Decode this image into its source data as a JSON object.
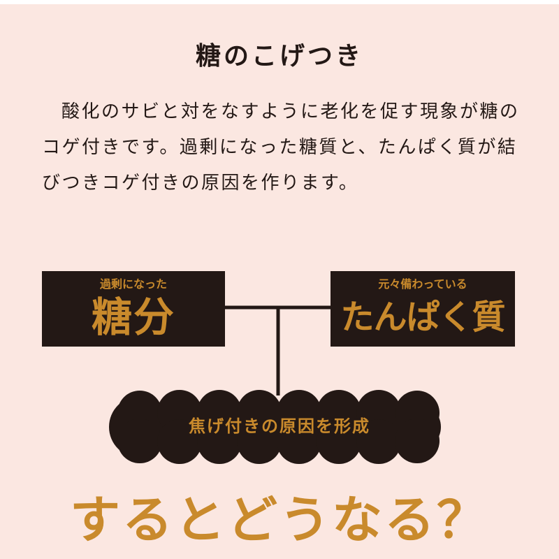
{
  "title": "糖のこげつき",
  "intro": {
    "lines": [
      "酸化のサビと対をなすように老化を促す現象が糖の",
      "コゲ付きです。過剰になった糖質と、たんぱく質が結",
      "びつきコゲ付きの原因を作ります。"
    ]
  },
  "diagram": {
    "left_box": {
      "caption": "過剰になった",
      "label": "糖分"
    },
    "right_box": {
      "caption": "元々備わっている",
      "label": "たんぱく質"
    },
    "result": {
      "label": "焦げ付きの原因を形成"
    }
  },
  "question": "するとどうなる？",
  "colors": {
    "background": "#fbe7e1",
    "dark": "#231815",
    "accent": "#c98a2c"
  }
}
